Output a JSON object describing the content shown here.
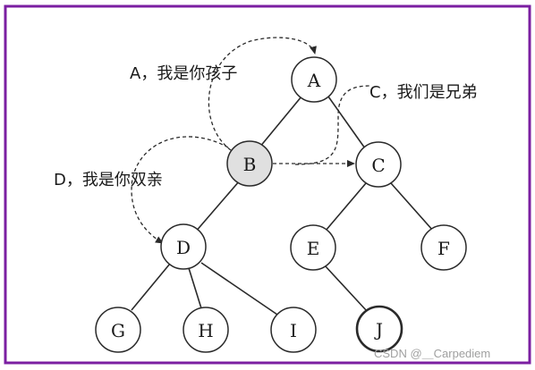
{
  "diagram": {
    "nodes": [
      {
        "id": "A",
        "label": "A",
        "style": "normal"
      },
      {
        "id": "B",
        "label": "B",
        "style": "highlight"
      },
      {
        "id": "C",
        "label": "C",
        "style": "normal"
      },
      {
        "id": "D",
        "label": "D",
        "style": "normal"
      },
      {
        "id": "E",
        "label": "E",
        "style": "normal"
      },
      {
        "id": "F",
        "label": "F",
        "style": "normal"
      },
      {
        "id": "G",
        "label": "G",
        "style": "normal"
      },
      {
        "id": "H",
        "label": "H",
        "style": "normal"
      },
      {
        "id": "I",
        "label": "I",
        "style": "normal"
      },
      {
        "id": "J",
        "label": "J",
        "style": "bold"
      }
    ],
    "edges": [
      [
        "A",
        "B"
      ],
      [
        "A",
        "C"
      ],
      [
        "B",
        "D"
      ],
      [
        "C",
        "E"
      ],
      [
        "C",
        "F"
      ],
      [
        "D",
        "G"
      ],
      [
        "D",
        "H"
      ],
      [
        "D",
        "I"
      ],
      [
        "E",
        "J"
      ]
    ],
    "annotations": {
      "parent": "A，我是你孩子",
      "sibling": "C，我们是兄弟",
      "child": "D，我是你双亲"
    },
    "frame_color": "#7b1fa2"
  },
  "watermark": "CSDN @＿Carpediem"
}
